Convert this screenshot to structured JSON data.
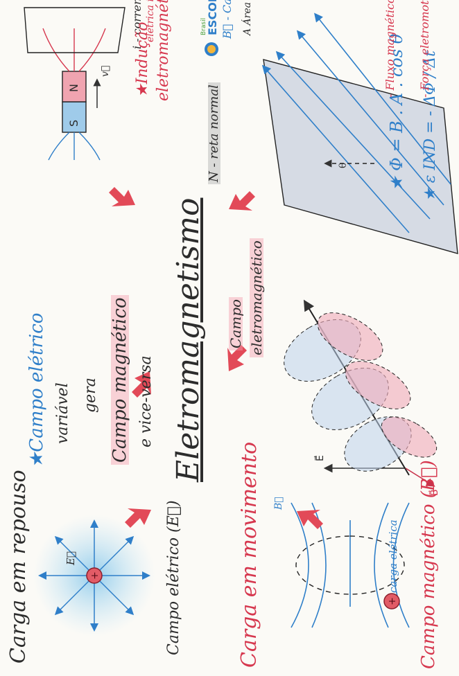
{
  "title": "Eletromagnetismo",
  "left": {
    "rest_title": "Carga em repouso",
    "e_symbol": "E⃗",
    "electric_field": "Campo elétrico (E⃗)",
    "motion_title": "Carga em movimento",
    "b_symbol": "B⃗",
    "charge_label": "carga elétrica",
    "magnetic_field": "Campo magnético (B⃗)"
  },
  "center": {
    "line1": "★Campo elétrico",
    "line2": "variável",
    "line3": "gera",
    "line4": "Campo magnético",
    "line5": "e vice-versa",
    "em_field_1": "Campo",
    "em_field_2": "eletromagnético",
    "wave_e": "E⃗",
    "wave_b": "B⃗"
  },
  "right": {
    "s_pole": "S",
    "n_pole": "N",
    "velocity": "v⃗",
    "current": "i - corrente",
    "current_desc": "elétrica induzida",
    "induction_title": "★Indução",
    "induction_title_2": "eletromagnética",
    "normal": "N - reta normal",
    "b_field": "B⃗ - Campo magnético",
    "area": "A Área",
    "theta": "θ",
    "flux_eq": "★ Φ = B . A . cos θ",
    "flux_desc": "- Fluxo magnético",
    "emf_eq": "★ ε IND = - ΔΦ / Δt",
    "emf_desc": "- Força eletromotriz induzida"
  },
  "colors": {
    "accent_red": "#d6374e",
    "accent_blue": "#2f7fc9",
    "ink": "#2c2c2c"
  }
}
